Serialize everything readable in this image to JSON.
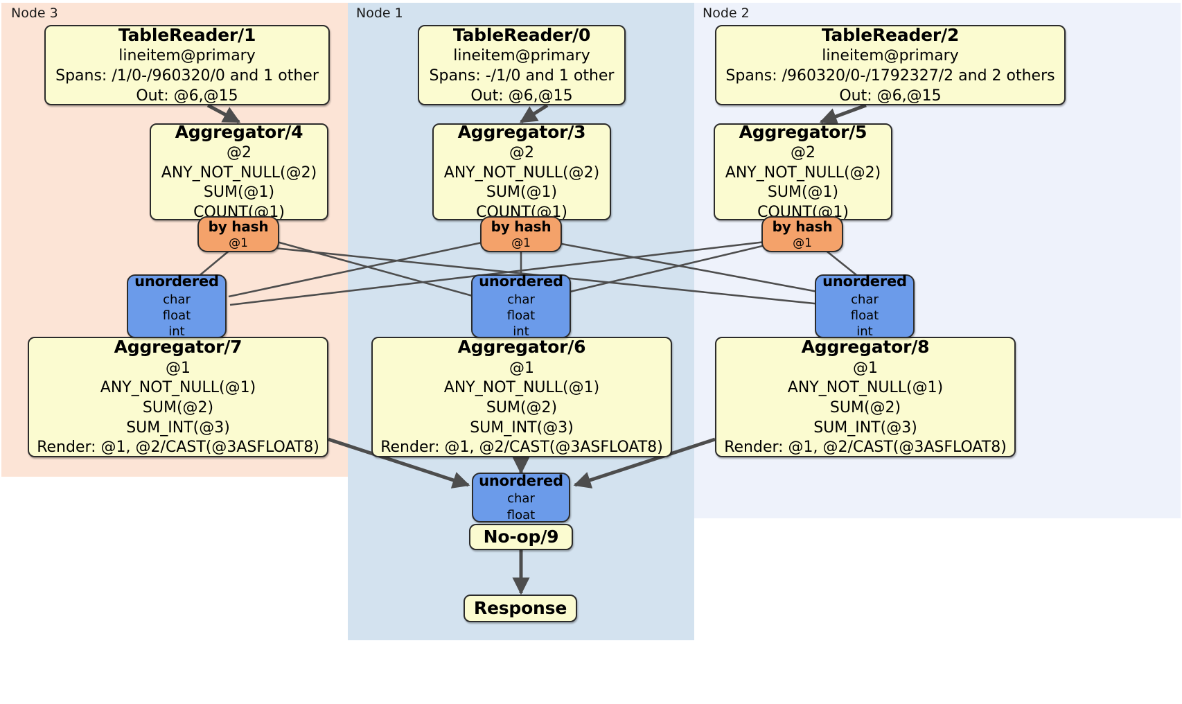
{
  "diagram": {
    "type": "distributed-query-plan",
    "colors": {
      "region_node3": "#fce4d6",
      "region_node1": "#d3e2ef",
      "region_node2": "#eef2fb",
      "processor_box": "#fbfbd0",
      "router_box": "#f4a26a",
      "synchronizer_box": "#6b9bea",
      "edge": "#4d4d4d",
      "border": "#2b2b2b"
    }
  },
  "regions": [
    {
      "id": "node3",
      "label": "Node 3",
      "color": "#fce4d6"
    },
    {
      "id": "node1",
      "label": "Node 1",
      "color": "#d3e2ef"
    },
    {
      "id": "node2",
      "label": "Node 2",
      "color": "#eef2fb"
    }
  ],
  "processors": {
    "table_reader_1": {
      "title": "TableReader/1",
      "lines": [
        "lineitem@primary",
        "Spans: /1/0-/960320/0 and 1 other",
        "Out: @6,@15"
      ]
    },
    "table_reader_0": {
      "title": "TableReader/0",
      "lines": [
        "lineitem@primary",
        "Spans: -/1/0 and 1 other",
        "Out: @6,@15"
      ]
    },
    "table_reader_2": {
      "title": "TableReader/2",
      "lines": [
        "lineitem@primary",
        "Spans: /960320/0-/1792327/2 and 2 others",
        "Out: @6,@15"
      ]
    },
    "aggregator_4": {
      "title": "Aggregator/4",
      "lines": [
        "@2",
        "ANY_NOT_NULL(@2)",
        "SUM(@1)",
        "COUNT(@1)"
      ]
    },
    "aggregator_3": {
      "title": "Aggregator/3",
      "lines": [
        "@2",
        "ANY_NOT_NULL(@2)",
        "SUM(@1)",
        "COUNT(@1)"
      ]
    },
    "aggregator_5": {
      "title": "Aggregator/5",
      "lines": [
        "@2",
        "ANY_NOT_NULL(@2)",
        "SUM(@1)",
        "COUNT(@1)"
      ]
    },
    "aggregator_7": {
      "title": "Aggregator/7",
      "lines": [
        "@1",
        "ANY_NOT_NULL(@1)",
        "SUM(@2)",
        "SUM_INT(@3)",
        "Render: @1, @2/CAST(@3ASFLOAT8)"
      ]
    },
    "aggregator_6": {
      "title": "Aggregator/6",
      "lines": [
        "@1",
        "ANY_NOT_NULL(@1)",
        "SUM(@2)",
        "SUM_INT(@3)",
        "Render: @1, @2/CAST(@3ASFLOAT8)"
      ]
    },
    "aggregator_8": {
      "title": "Aggregator/8",
      "lines": [
        "@1",
        "ANY_NOT_NULL(@1)",
        "SUM(@2)",
        "SUM_INT(@3)",
        "Render: @1, @2/CAST(@3ASFLOAT8)"
      ]
    },
    "noop_9": {
      "title": "No-op/9",
      "lines": []
    },
    "response": {
      "title": "Response",
      "lines": []
    }
  },
  "routers": {
    "by_hash_4": {
      "title": "by hash",
      "lines": [
        "@1"
      ]
    },
    "by_hash_3": {
      "title": "by hash",
      "lines": [
        "@1"
      ]
    },
    "by_hash_5": {
      "title": "by hash",
      "lines": [
        "@1"
      ]
    }
  },
  "synchronizers": {
    "unordered_7": {
      "title": "unordered",
      "lines": [
        "char",
        "float",
        "int"
      ]
    },
    "unordered_6": {
      "title": "unordered",
      "lines": [
        "char",
        "float",
        "int"
      ]
    },
    "unordered_8": {
      "title": "unordered",
      "lines": [
        "char",
        "float",
        "int"
      ]
    },
    "unordered_final": {
      "title": "unordered",
      "lines": [
        "char",
        "float"
      ]
    }
  }
}
